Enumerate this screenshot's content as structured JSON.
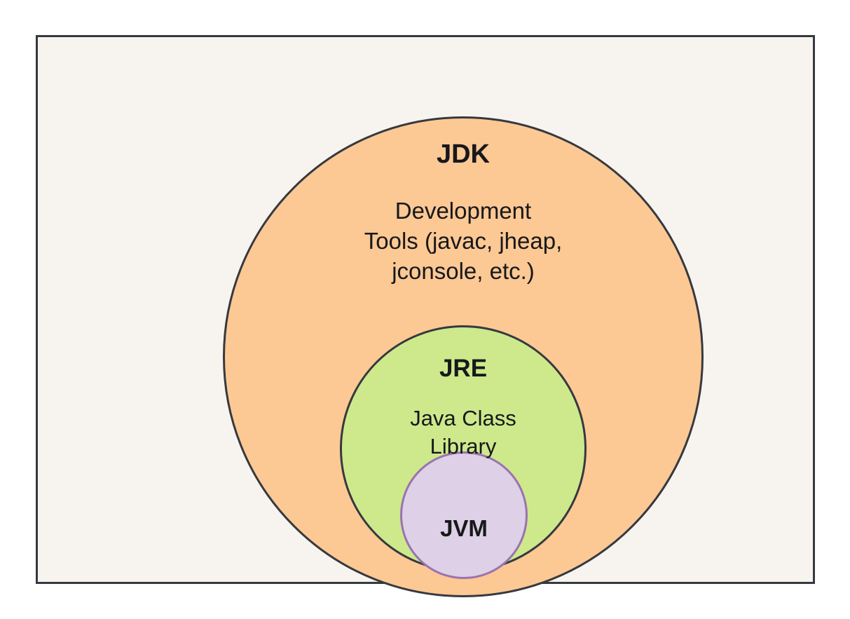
{
  "diagram": {
    "type": "venn-nested-circles",
    "background_color": "#ffffff",
    "frame": {
      "name": "diagram-frame",
      "fill_color": "#f7f4ef",
      "border_color": "#36393e"
    },
    "regions": [
      {
        "id": "jdk",
        "title": "JDK",
        "body": "Development\nTools (javac, jheap,\njconsole, etc.)",
        "fill_color": "#fcc894",
        "border_color": "#36393e",
        "level": 1
      },
      {
        "id": "jre",
        "title": "JRE",
        "body": "Java Class\nLibrary",
        "fill_color": "#cde98c",
        "border_color": "#36393e",
        "level": 2
      },
      {
        "id": "jvm",
        "title": "JVM",
        "body": "",
        "fill_color": "#ded0e6",
        "border_color": "#9b72b0",
        "level": 3
      }
    ],
    "text_color": "#17181a"
  }
}
